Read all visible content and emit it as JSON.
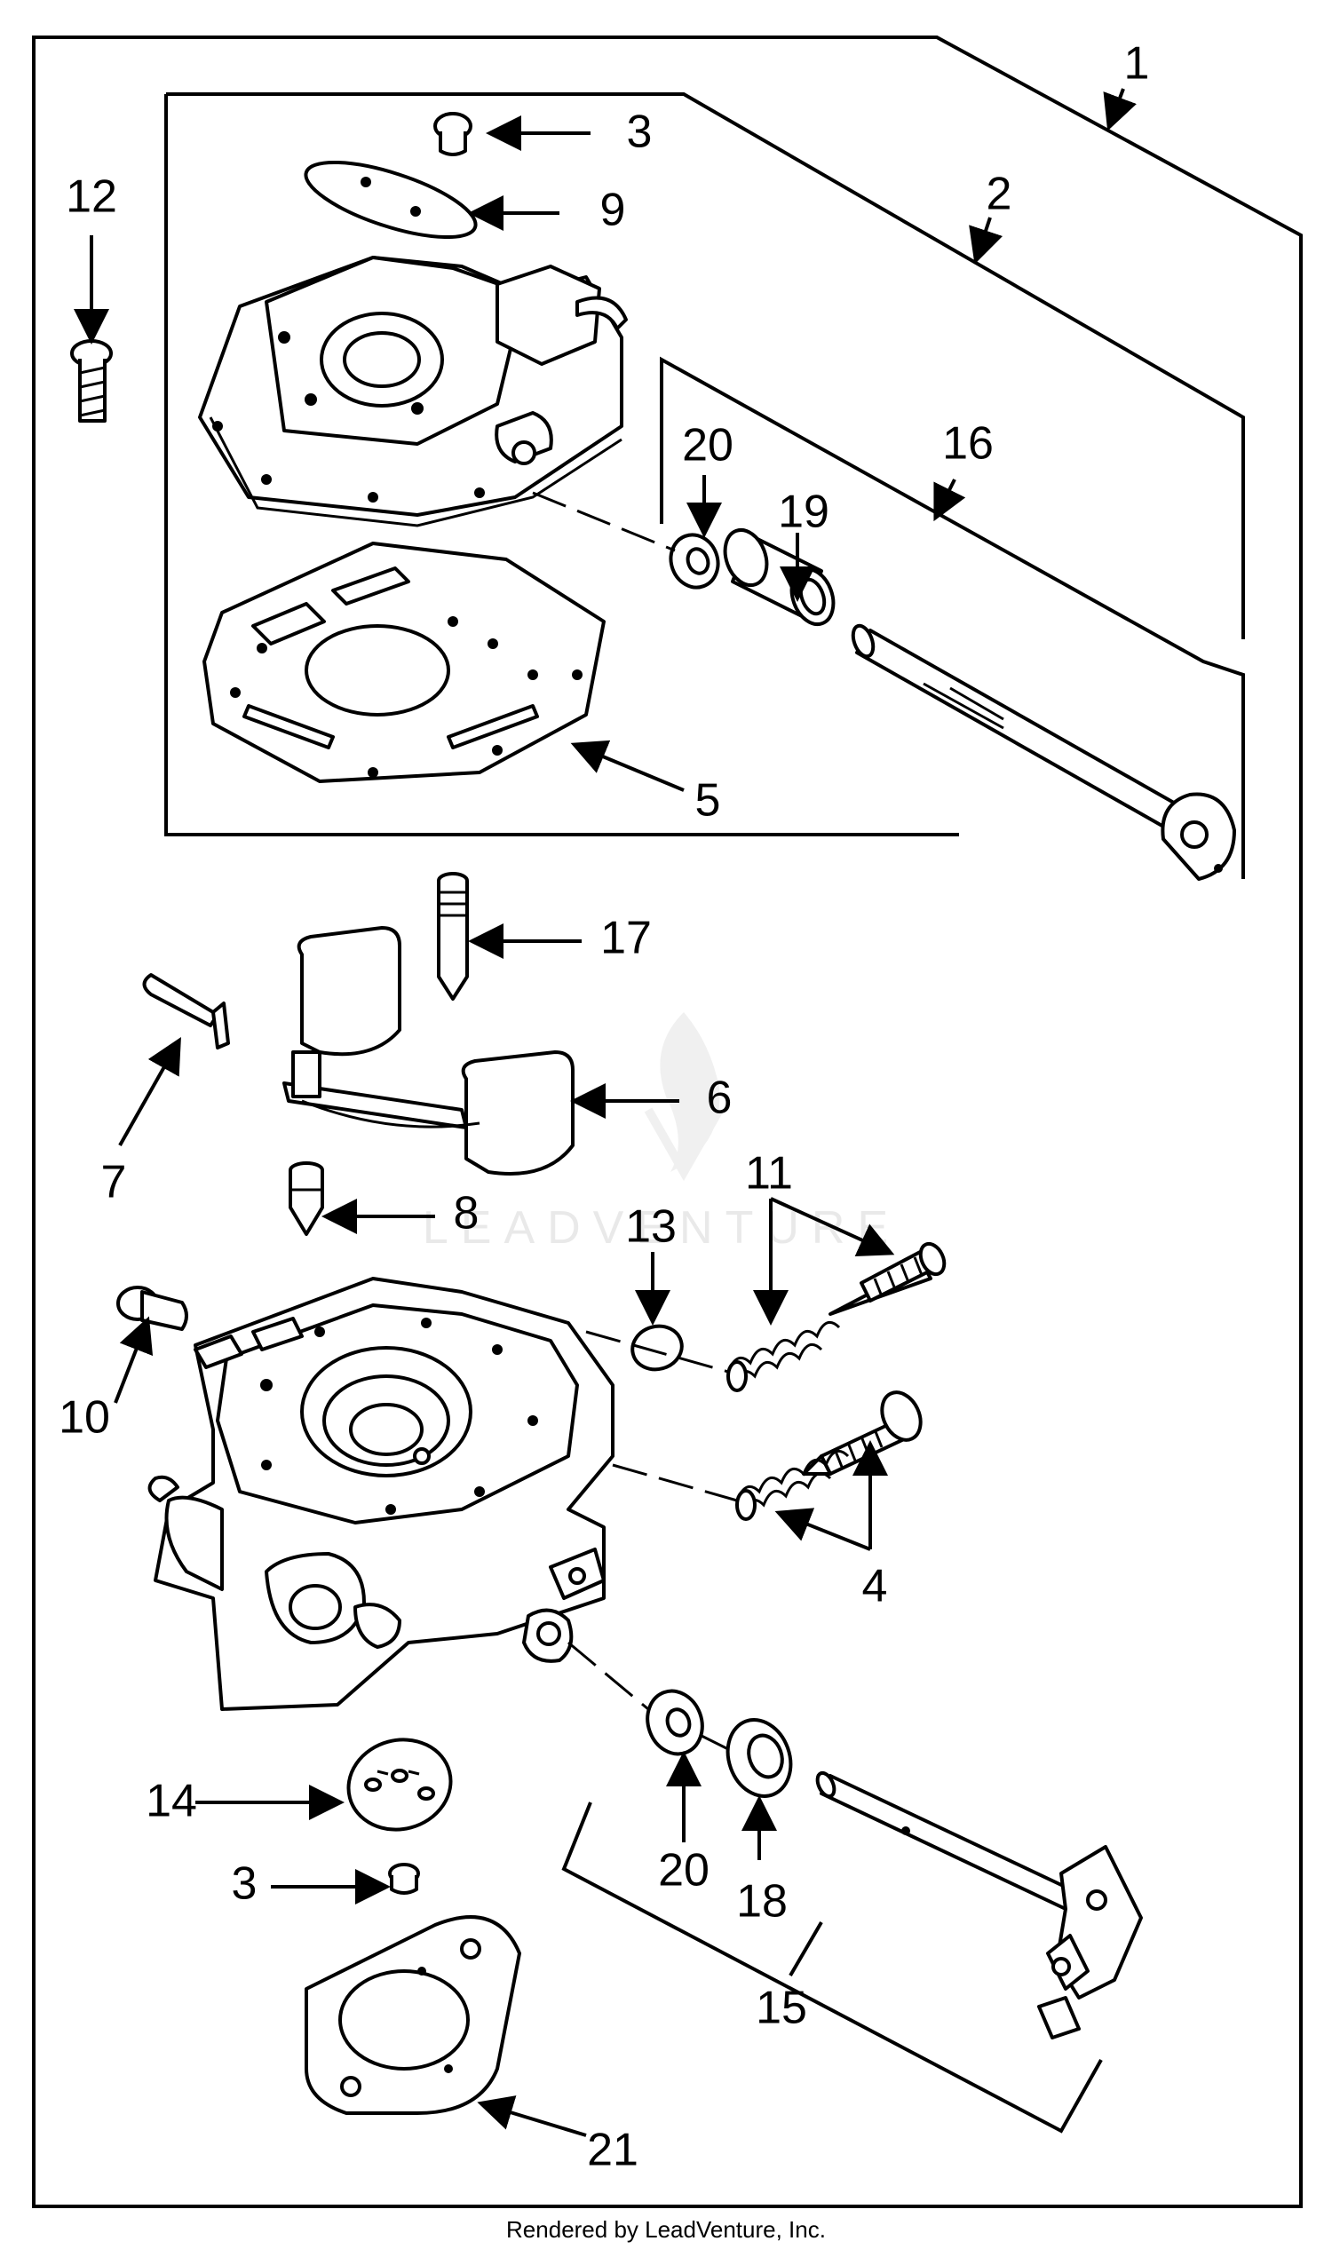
{
  "callouts": {
    "c1": "1",
    "c2": "2",
    "c3a": "3",
    "c3b": "3",
    "c4": "4",
    "c5": "5",
    "c6": "6",
    "c7": "7",
    "c8": "8",
    "c9": "9",
    "c10": "10",
    "c11": "11",
    "c12": "12",
    "c13": "13",
    "c14": "14",
    "c15": "15",
    "c16": "16",
    "c17": "17",
    "c18": "18",
    "c19": "19",
    "c20a": "20",
    "c20b": "20",
    "c21": "21"
  },
  "watermark": {
    "text": "LEADVENTURE"
  },
  "footer": {
    "text": "Rendered by LeadVenture, Inc."
  }
}
